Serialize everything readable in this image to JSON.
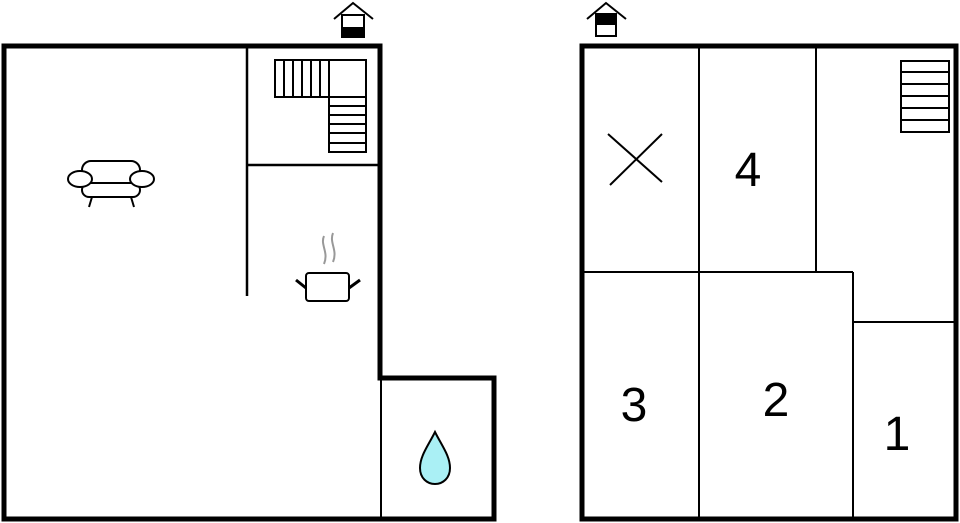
{
  "floor_plans": [
    {
      "id": "ground-floor",
      "entrance_icon": "house-entrance-icon",
      "rooms": [
        {
          "name": "living-room",
          "icon": "sofa-icon"
        },
        {
          "name": "stairwell",
          "icon": "stairs-l-shaped-icon"
        },
        {
          "name": "kitchen",
          "icon": "cooking-pot-icon"
        },
        {
          "name": "bathroom",
          "icon": "water-drop-icon"
        }
      ]
    },
    {
      "id": "upper-floor",
      "entrance_icon": "house-entrance-icon",
      "rooms": [
        {
          "name": "empty-room",
          "icon": "x-mark-icon",
          "label": ""
        },
        {
          "name": "bedroom-4",
          "label": "4"
        },
        {
          "name": "stairwell",
          "icon": "stairs-straight-icon"
        },
        {
          "name": "bedroom-3",
          "label": "3"
        },
        {
          "name": "bedroom-2",
          "label": "2"
        },
        {
          "name": "bedroom-1",
          "label": "1"
        }
      ]
    }
  ],
  "colors": {
    "wall": "#000000",
    "background": "#ffffff",
    "water": "#aaf0f5",
    "steam": "#999999"
  }
}
